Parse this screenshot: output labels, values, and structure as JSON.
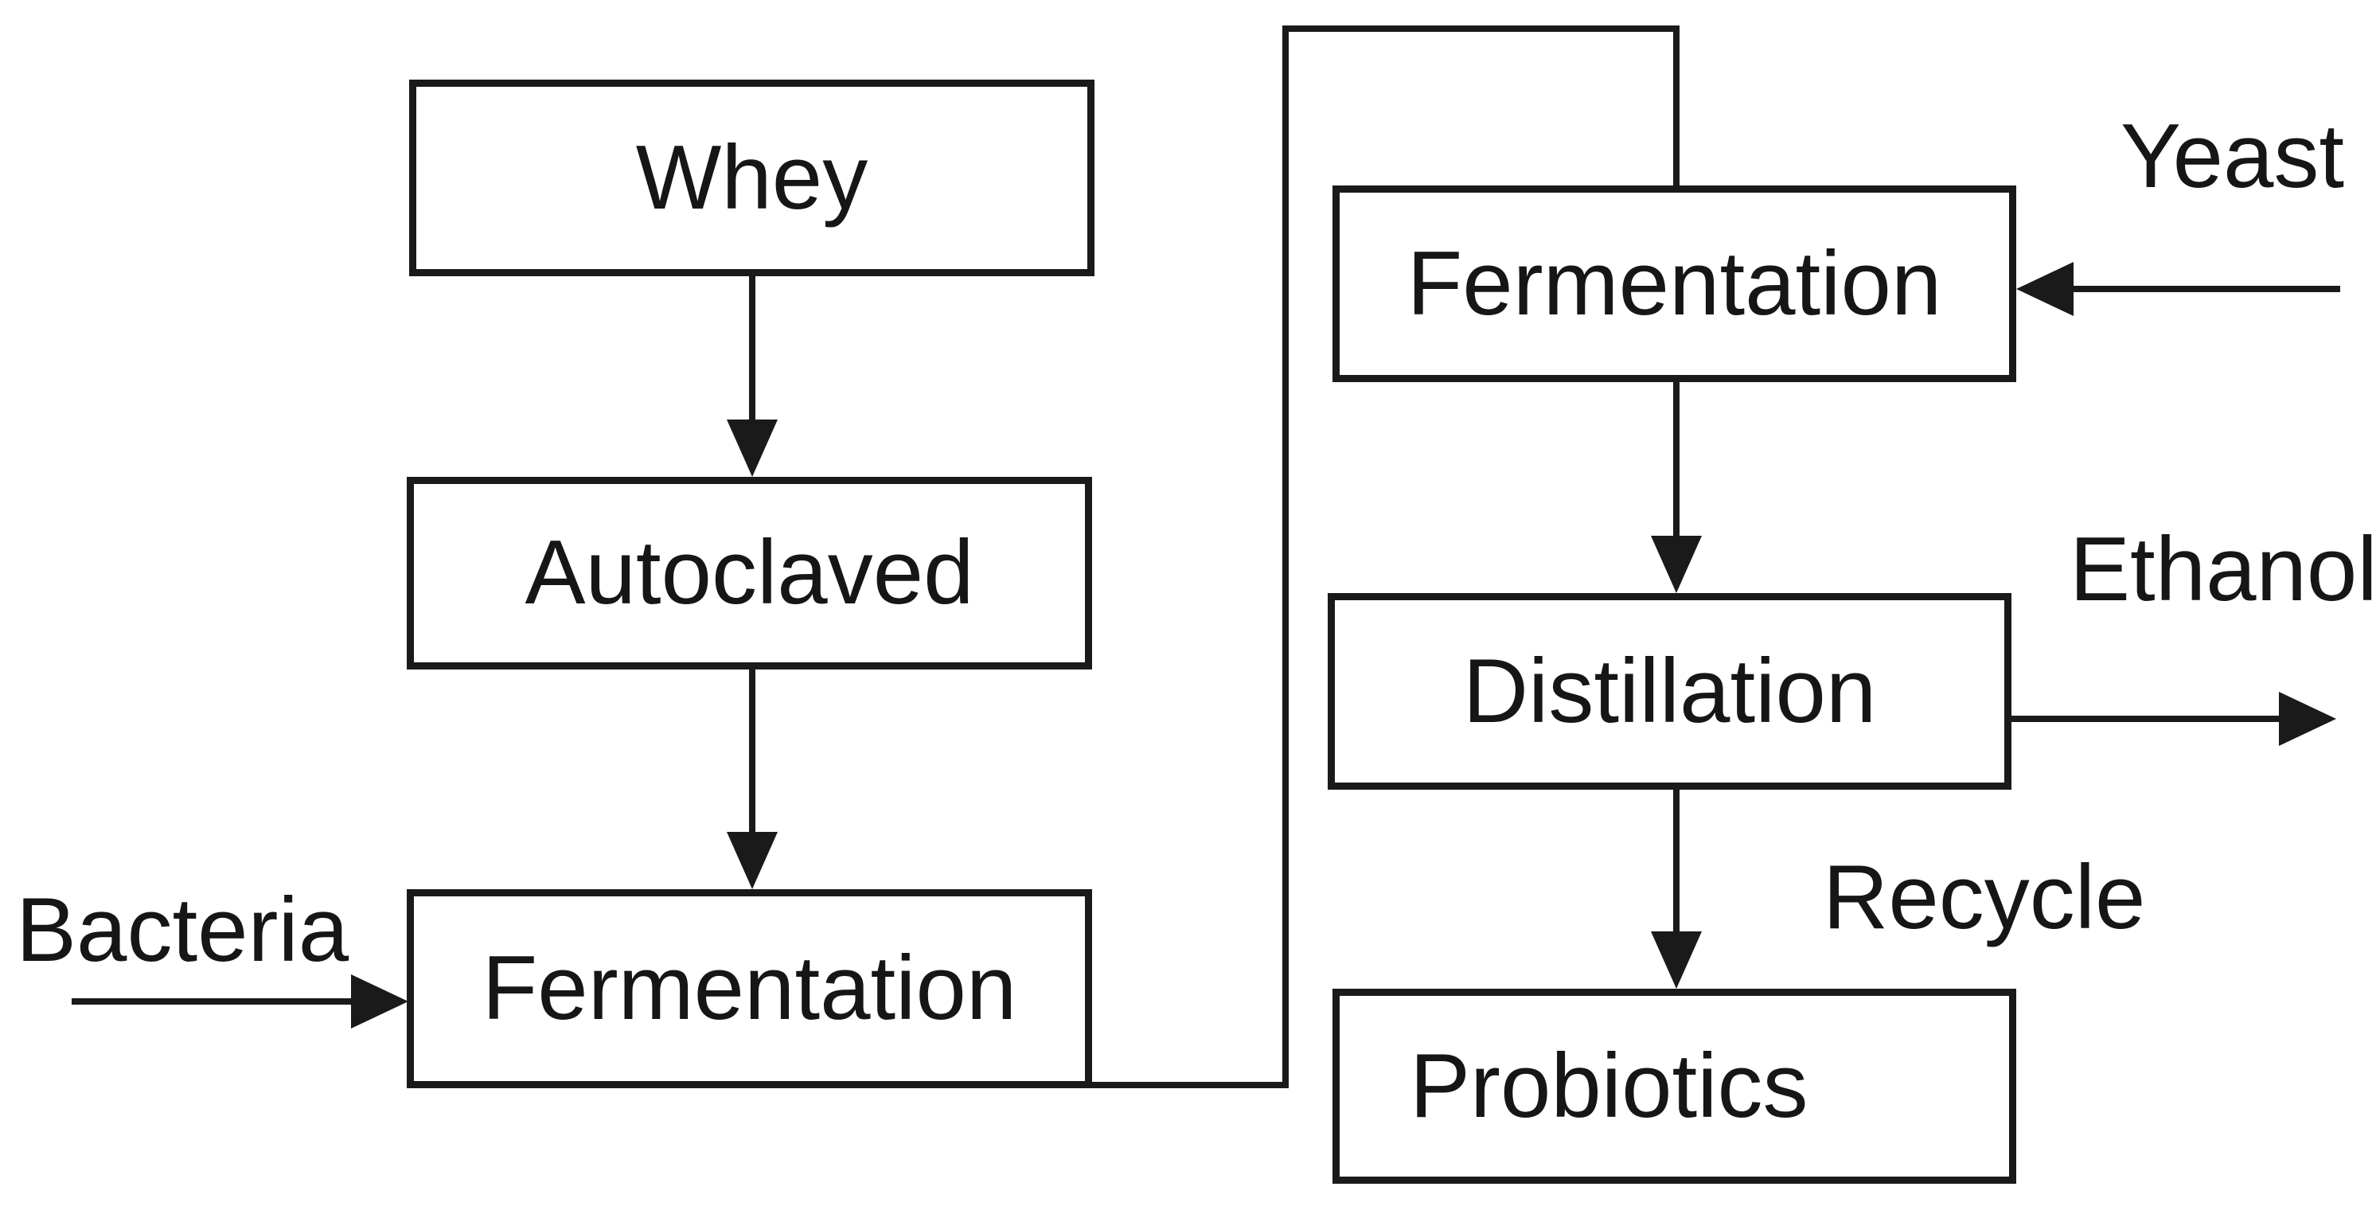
{
  "diagram": {
    "type": "flowchart",
    "description": "Whey-to-probiotics fermentation process flow diagram",
    "colors": {
      "line": "#1a1a1a",
      "text": "#161616",
      "background": "#ffffff"
    },
    "boxes": {
      "whey": {
        "label": "Whey"
      },
      "autoclaved": {
        "label": "Autoclaved"
      },
      "fermentation_left": {
        "label": "Fermentation"
      },
      "fermentation_right": {
        "label": "Fermentation"
      },
      "distillation": {
        "label": "Distillation"
      },
      "probiotics": {
        "label": "Probiotics"
      }
    },
    "annotations": {
      "bacteria": {
        "label": "Bacteria"
      },
      "yeast": {
        "label": "Yeast"
      },
      "ethanol": {
        "label": "Ethanol"
      },
      "recycle": {
        "label": "Recycle"
      }
    },
    "edges": [
      {
        "from": "Whey",
        "to": "Autoclaved",
        "style": "arrow-down"
      },
      {
        "from": "Autoclaved",
        "to": "Fermentation (left)",
        "style": "arrow-down"
      },
      {
        "from": "Bacteria",
        "to": "Fermentation (left)",
        "style": "arrow-right-into-left-side"
      },
      {
        "from": "Fermentation (left)",
        "to": "Fermentation (right)",
        "style": "elbow-right-up-right-down"
      },
      {
        "from": "Yeast",
        "to": "Fermentation (right)",
        "style": "arrow-left-into-right-side"
      },
      {
        "from": "Fermentation (right)",
        "to": "Distillation",
        "style": "arrow-down"
      },
      {
        "from": "Distillation",
        "to": "Ethanol",
        "style": "arrow-right-out"
      },
      {
        "from": "Distillation",
        "to": "Probiotics",
        "style": "arrow-down",
        "note": "Recycle"
      }
    ]
  }
}
